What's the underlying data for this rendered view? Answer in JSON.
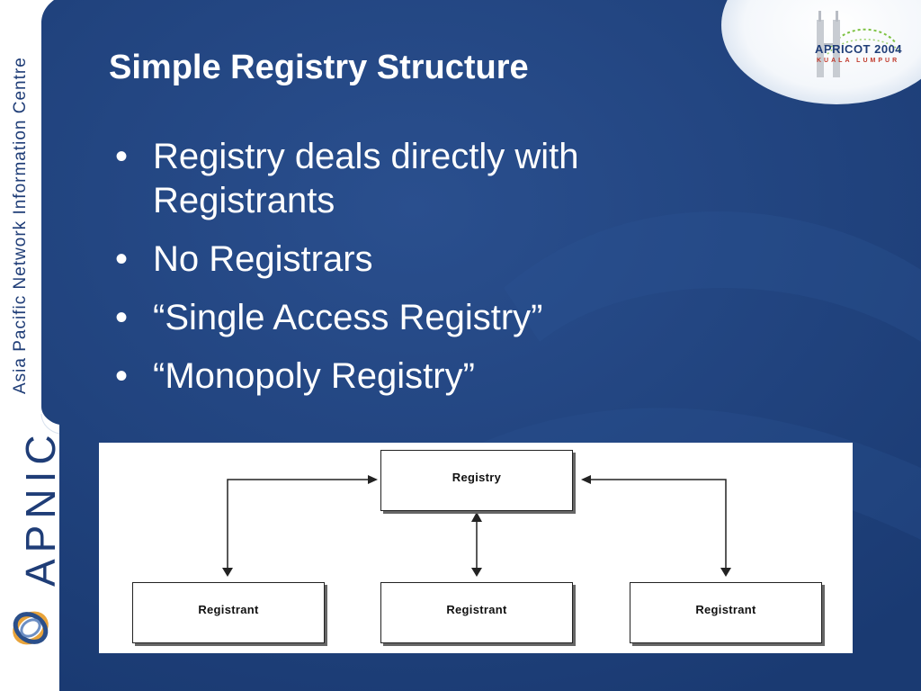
{
  "sidebar": {
    "org_name": "Asia Pacific Network Information Centre",
    "logo_text": "APNIC"
  },
  "event_logo": {
    "name": "APRICOT 2004",
    "location": "KUALA LUMPUR"
  },
  "slide": {
    "title": "Simple Registry Structure",
    "bullets": [
      "Registry deals directly with Registrants",
      "No Registrars",
      "“Single Access Registry”",
      "“Monopoly Registry”"
    ]
  },
  "diagram": {
    "top_node": "Registry",
    "bottom_nodes": [
      "Registrant",
      "Registrant",
      "Registrant"
    ]
  },
  "colors": {
    "background": "#1e3f7a",
    "sidebar": "#ffffff",
    "text": "#ffffff",
    "logo_blue": "#1f3d77"
  }
}
